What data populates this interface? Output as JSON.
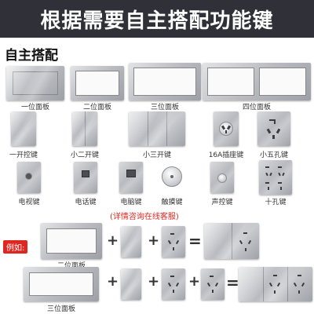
{
  "banner": {
    "title": "根据需要自主搭配功能键"
  },
  "section": {
    "title": "自主搭配"
  },
  "frames": [
    {
      "label": "一位面板"
    },
    {
      "label": "二位面板"
    },
    {
      "label": "三位面板"
    },
    {
      "label": "四位面板"
    }
  ],
  "switches": [
    {
      "label": "一开控键"
    },
    {
      "label": "小二开键"
    },
    {
      "label": "小三开键"
    },
    {
      "label": "16A插座键"
    },
    {
      "label": "小五孔键"
    }
  ],
  "modules": [
    {
      "label": "电视键"
    },
    {
      "label": "电话键"
    },
    {
      "label": "电脑键"
    },
    {
      "label": "触摸键"
    },
    {
      "label": "声控键"
    },
    {
      "label": "十孔键"
    }
  ],
  "note": "(详情咨询在线客服)",
  "example": {
    "tag": "例如:",
    "row1_label": "二位面板",
    "row2_label": "三位面板",
    "plus": "+",
    "equals": "="
  },
  "colors": {
    "banner_bg": "#2f3038",
    "accent_red": "#e0271f",
    "panel_grey": "#b8babf"
  }
}
